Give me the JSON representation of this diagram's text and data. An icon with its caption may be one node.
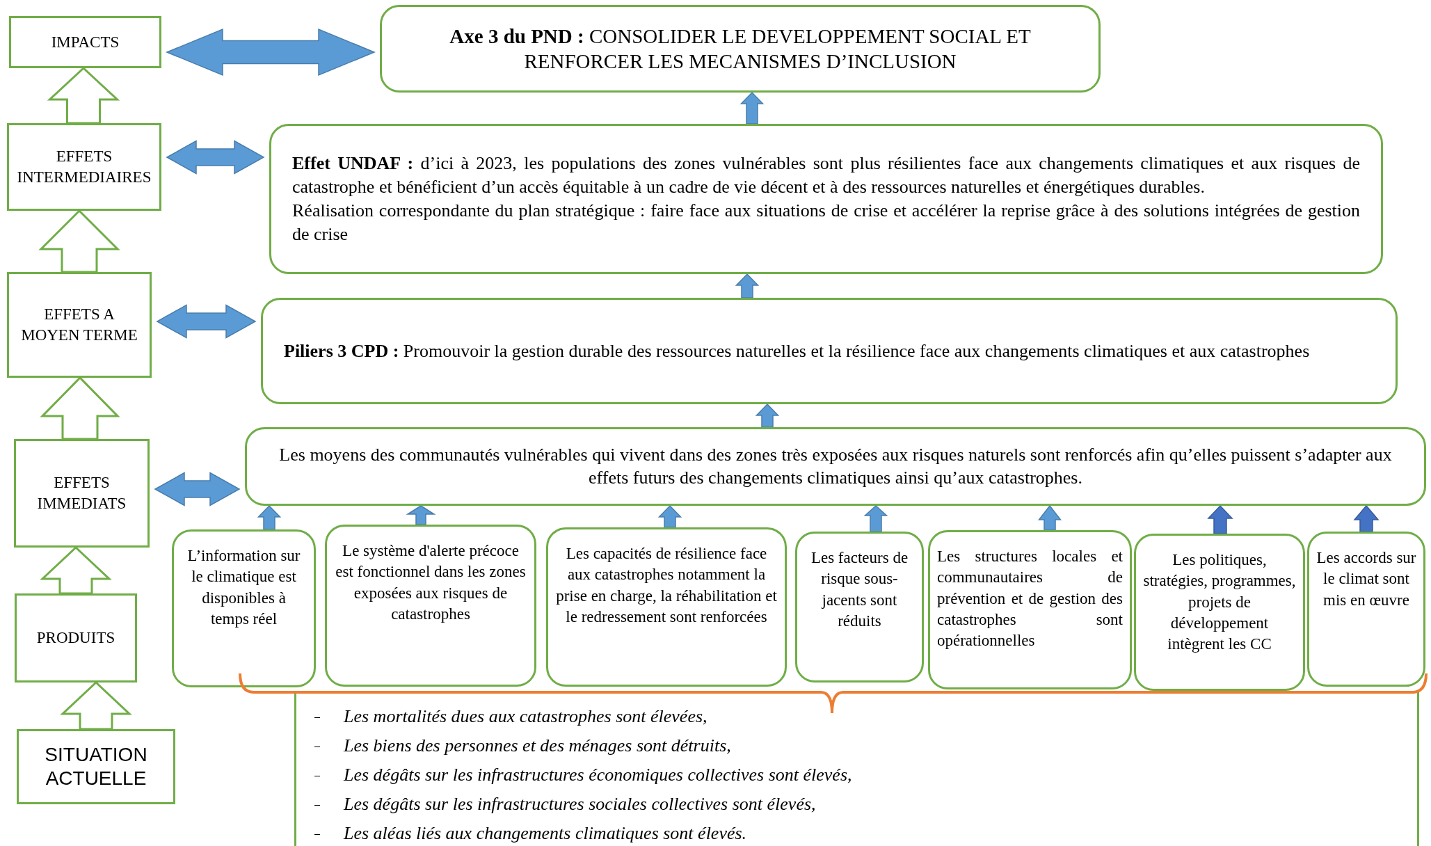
{
  "diagram": {
    "nodes": [
      {
        "text": [
          "IMPACTS"
        ]
      },
      {
        "text": [
          "EFFETS INTERMEDIAIRES"
        ]
      },
      {
        "text": [
          "EFFETS A MOYEN TERME"
        ]
      },
      {
        "text": [
          "EFFETS IMMEDIATS"
        ]
      },
      {
        "text": [
          "PRODUITS"
        ]
      },
      {
        "text": [
          "SITUATION ACTUELLE"
        ]
      },
      {
        "text": [
          "**Axe 3 du PND :** CONSOLIDER LE DEVELOPPEMENT SOCIAL ET RENFORCER LES MECANISMES D’INCLUSION"
        ]
      },
      {
        "text": [
          "**Effet UNDAF :** d’ici à 2023, les populations des zones vulnérables sont plus résilientes face aux changements climatiques et aux risques de catastrophe et bénéficient d’un accès équitable à un cadre de vie décent et à des ressources naturelles et énergétiques durables.",
          "Réalisation correspondante du plan stratégique : faire face aux situations de crise et accélérer la reprise grâce à des solutions intégrées de gestion de crise"
        ]
      },
      {
        "text": [
          "**Piliers 3 CPD :** Promouvoir la gestion durable des ressources naturelles et la résilience face aux changements climatiques et aux catastrophes"
        ]
      },
      {
        "text": [
          "Les moyens des communautés vulnérables qui vivent dans des zones très exposées aux risques naturels sont renforcés afin qu’elles puissent s’adapter aux effets futurs des changements climatiques ainsi qu’aux catastrophes."
        ]
      },
      {
        "text": [
          "L’information sur le climatique est disponibles à temps réel"
        ]
      },
      {
        "text": [
          "Le système d'alerte précoce est fonctionnel dans les zones exposées aux risques de catastrophes"
        ]
      },
      {
        "text": [
          "Les capacités de résilience face aux catastrophes notamment la prise en charge, la réhabilitation et le redressement sont renforcées"
        ]
      },
      {
        "text": [
          "Les facteurs de risque sous-jacents sont réduits"
        ]
      },
      {
        "text": [
          "Les structures locales et communautaires de prévention et de gestion des catastrophes sont opérationnelles"
        ]
      },
      {
        "text": [
          "Les politiques, stratégies, programmes, projets de développement intègrent les CC"
        ]
      },
      {
        "text": [
          "Les accords sur le climat sont mis en œuvre"
        ]
      },
      {
        "text": [
          "Les mortalités dues aux catastrophes sont élevées,",
          "Les biens des personnes et des ménages sont détruits,",
          "Les dégâts sur les infrastructures économiques collectives sont élevés,",
          "Les dégâts sur les infrastructures sociales collectives sont élevés,",
          "Les aléas liés aux changements climatiques sont élevés."
        ]
      }
    ],
    "edges": [
      {
        "from": 1,
        "to": 0,
        "arrow": "to",
        "color": "#70ad47"
      },
      {
        "from": 2,
        "to": 1,
        "arrow": "to",
        "color": "#70ad47"
      },
      {
        "from": 3,
        "to": 2,
        "arrow": "to",
        "color": "#70ad47"
      },
      {
        "from": 4,
        "to": 3,
        "arrow": "to",
        "color": "#70ad47"
      },
      {
        "from": 5,
        "to": 4,
        "arrow": "to",
        "color": "#70ad47"
      },
      {
        "from": 0,
        "to": 6,
        "arrow": "both"
      },
      {
        "from": 1,
        "to": 7,
        "arrow": "both"
      },
      {
        "from": 2,
        "to": 8,
        "arrow": "both"
      },
      {
        "from": 3,
        "to": 9,
        "arrow": "both"
      },
      {
        "from": 7,
        "to": 6,
        "arrow": "to"
      },
      {
        "from": 8,
        "to": 7,
        "arrow": "to"
      },
      {
        "from": 9,
        "to": 8,
        "arrow": "to"
      },
      {
        "from": 10,
        "to": 9,
        "arrow": "to"
      },
      {
        "from": 11,
        "to": 9,
        "arrow": "to"
      },
      {
        "from": 12,
        "to": 9,
        "arrow": "to"
      },
      {
        "from": 13,
        "to": 9,
        "arrow": "to"
      },
      {
        "from": 14,
        "to": 9,
        "arrow": "to"
      },
      {
        "from": 15,
        "to": 9,
        "arrow": "to",
        "color": "#4472c4"
      },
      {
        "from": 16,
        "to": 9,
        "arrow": "to",
        "color": "#4472c4"
      }
    ]
  }
}
